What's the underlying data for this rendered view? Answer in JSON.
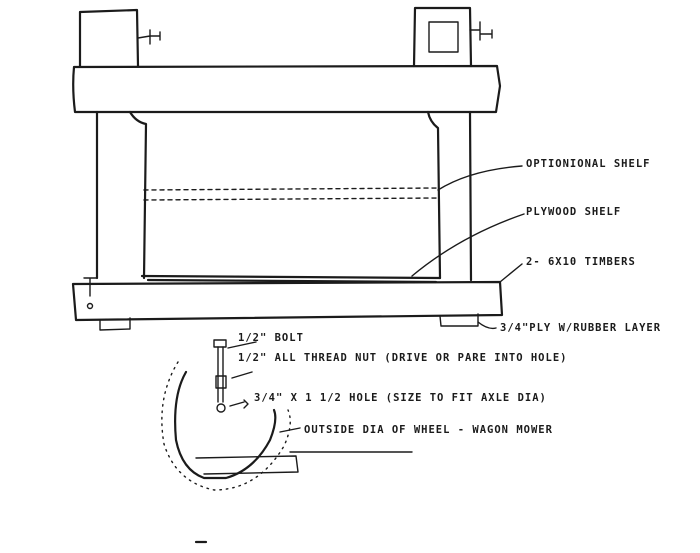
{
  "labels": {
    "optional_shelf": "OPTIONIONAL SHELF",
    "plywood_shelf": "PLYWOOD SHELF",
    "timbers": "2- 6X10 TIMBERS",
    "ply_layer": "3/4\"PLY W/RUBBER LAYER",
    "bolt": "1/2\" BOLT",
    "all_thread": "1/2\" ALL THREAD NUT (DRIVE OR PARE INTO HOLE)",
    "hole": "3/4\" X 1 1/2 HOLE (SIZE TO FIT AXLE DIA)",
    "wheel": "OUTSIDE DIA OF WHEEL - WAGON MOWER"
  }
}
